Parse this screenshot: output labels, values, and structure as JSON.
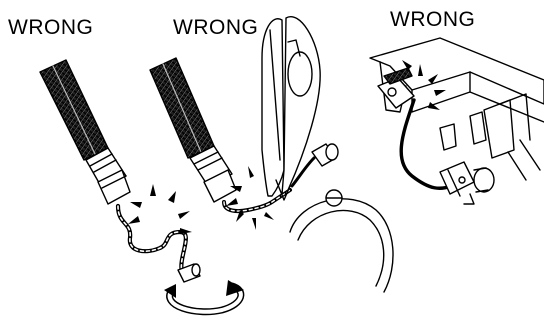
{
  "panels": [
    {
      "label": "WRONG"
    },
    {
      "label": "WRONG"
    },
    {
      "label": "WRONG"
    }
  ]
}
